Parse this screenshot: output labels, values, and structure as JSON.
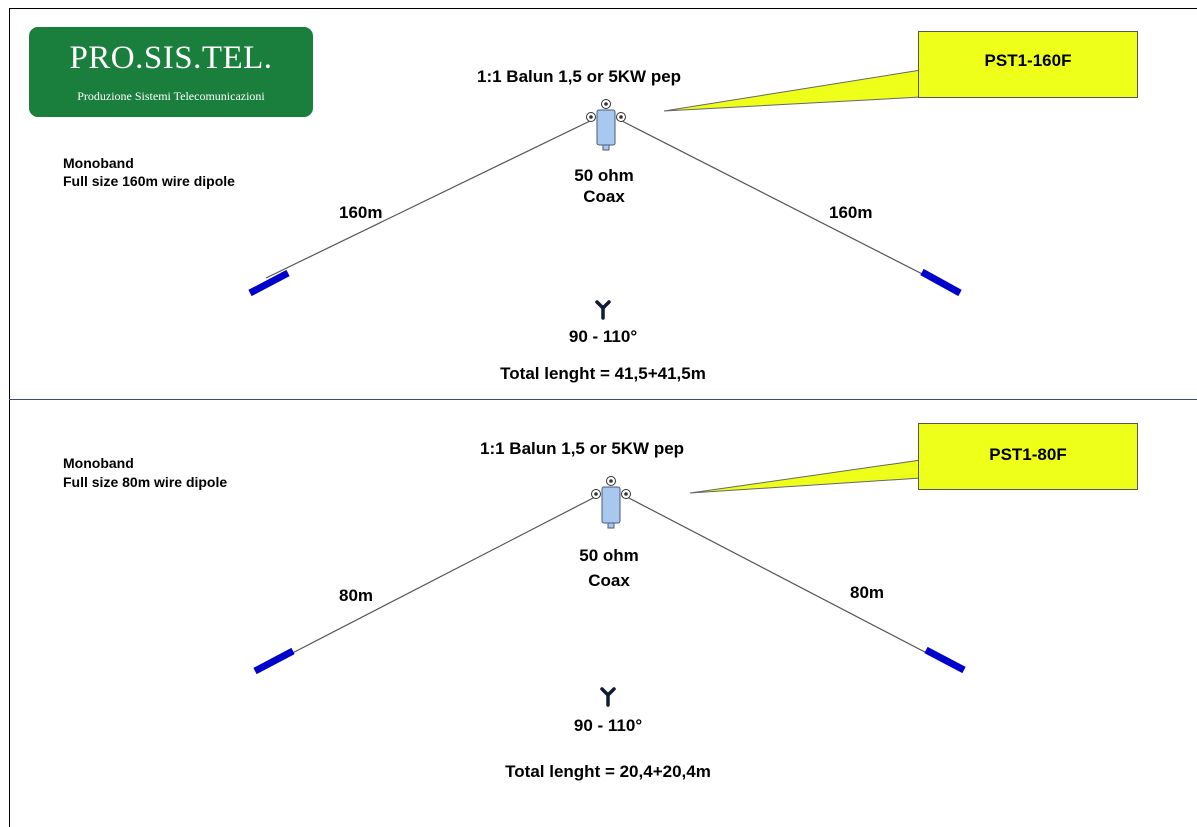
{
  "logo": {
    "title": "PRO.SIS.TEL.",
    "subtitle": "Produzione Sistemi Telecomunicazioni",
    "color": "#1a7f3c"
  },
  "colors": {
    "callout": "#eeff1a",
    "insulator": "#0000cc",
    "balun": "#a8c8f0",
    "wire": "#555555"
  },
  "sections": [
    {
      "description_line1": "Monoband",
      "description_line2": "Full size 160m wire dipole",
      "balun_label": "1:1  Balun 1,5 or 5KW pep",
      "model": "PST1-160F",
      "coax_line1": "50 ohm",
      "coax_line2": "Coax",
      "left_leg": "160m",
      "right_leg": "160m",
      "angle": "90 - 110°",
      "total_length": "Total lenght = 41,5+41,5m"
    },
    {
      "description_line1": "Monoband",
      "description_line2": "Full size 80m wire dipole",
      "balun_label": "1:1  Balun 1,5 or 5KW pep",
      "model": "PST1-80F",
      "coax_line1": "50 ohm",
      "coax_line2": "Coax",
      "left_leg": "80m",
      "right_leg": "80m",
      "angle": "90 - 110°",
      "total_length": "Total lenght = 20,4+20,4m"
    }
  ]
}
